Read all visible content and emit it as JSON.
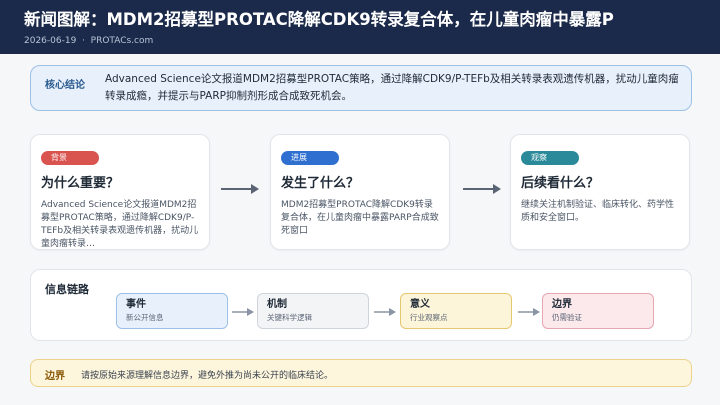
{
  "header": {
    "title": "新闻图解：MDM2招募型PROTAC降解CDK9转录复合体，在儿童肉瘤中暴露P",
    "date": "2026-06-19",
    "separator": "·",
    "source": "PROTACs.com"
  },
  "conclusion": {
    "tag": "核心结论",
    "text": "Advanced Science论文报道MDM2招募型PROTAC策略，通过降解CDK9/P-TEFb及相关转录表观遗传机器，扰动儿童肉瘤转录成瘾，并提示与PARP抑制剂形成合成致死机会。"
  },
  "cards": [
    {
      "badge": "背景",
      "heading": "为什么重要？",
      "text": "Advanced Science论文报道MDM2招募型PROTAC策略，通过降解CDK9/P-TEFb及相关转录表观遗传机器，扰动儿童肉瘤转录…"
    },
    {
      "badge": "进展",
      "heading": "发生了什么？",
      "text": "MDM2招募型PROTAC降解CDK9转录复合体，在儿童肉瘤中暴露PARP合成致死窗口"
    },
    {
      "badge": "观察",
      "heading": "后续看什么？",
      "text": "继续关注机制验证、临床转化、药学性质和安全窗口。"
    }
  ],
  "chain": {
    "label": "信息链路",
    "nodes": [
      {
        "title": "事件",
        "sub": "新公开信息"
      },
      {
        "title": "机制",
        "sub": "关键科学逻辑"
      },
      {
        "title": "意义",
        "sub": "行业观察点"
      },
      {
        "title": "边界",
        "sub": "仍需验证"
      }
    ]
  },
  "boundary": {
    "tag": "边界",
    "text": "请按原始来源理解信息边界，避免外推为尚未公开的临床结论。"
  },
  "colors": {
    "header_bg": "#1b2a4a",
    "badge_background": "#d9534f",
    "badge_progress": "#2f6fd0",
    "badge_observe": "#2a8a9a"
  }
}
